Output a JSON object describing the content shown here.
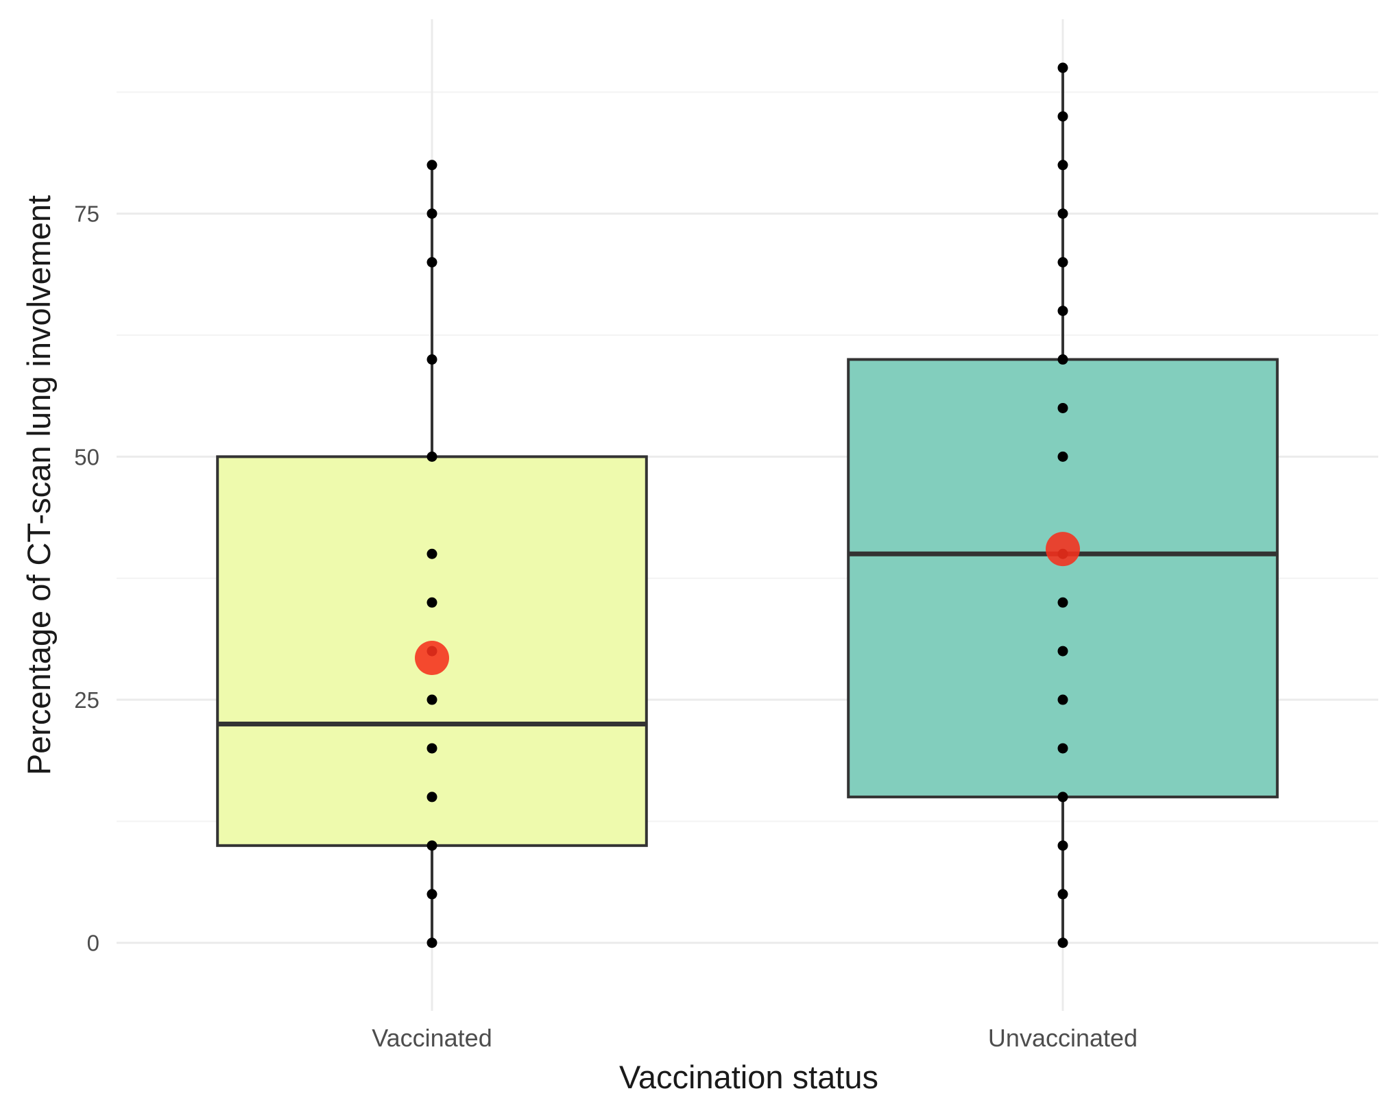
{
  "chart_data": {
    "type": "box",
    "xlabel": "Vaccination status",
    "ylabel": "Percentage of CT-scan lung involvement",
    "ylim": [
      -7,
      95
    ],
    "yticks": [
      0,
      25,
      50,
      75
    ],
    "grid": true,
    "legend": "none",
    "categories": [
      "Vaccinated",
      "Unvaccinated"
    ],
    "groups": [
      {
        "name": "Vaccinated",
        "fill": "#eefaad",
        "whisker_low": 0,
        "q1": 10,
        "median": 22.5,
        "q3": 50,
        "whisker_high": 80,
        "mean": 29.3,
        "points": [
          0,
          5,
          10,
          15,
          20,
          25,
          30,
          35,
          40,
          50,
          60,
          70,
          75,
          80
        ]
      },
      {
        "name": "Unvaccinated",
        "fill": "#82cebd",
        "whisker_low": 0,
        "q1": 15,
        "median": 40,
        "q3": 60,
        "whisker_high": 90,
        "mean": 40.5,
        "points": [
          0,
          5,
          10,
          15,
          20,
          25,
          30,
          35,
          40,
          50,
          55,
          60,
          65,
          70,
          75,
          80,
          85,
          90
        ]
      }
    ],
    "colors": {
      "median": "#333333",
      "points": "#000000",
      "mean": "#f5301c",
      "grid": "#ebebeb"
    }
  }
}
